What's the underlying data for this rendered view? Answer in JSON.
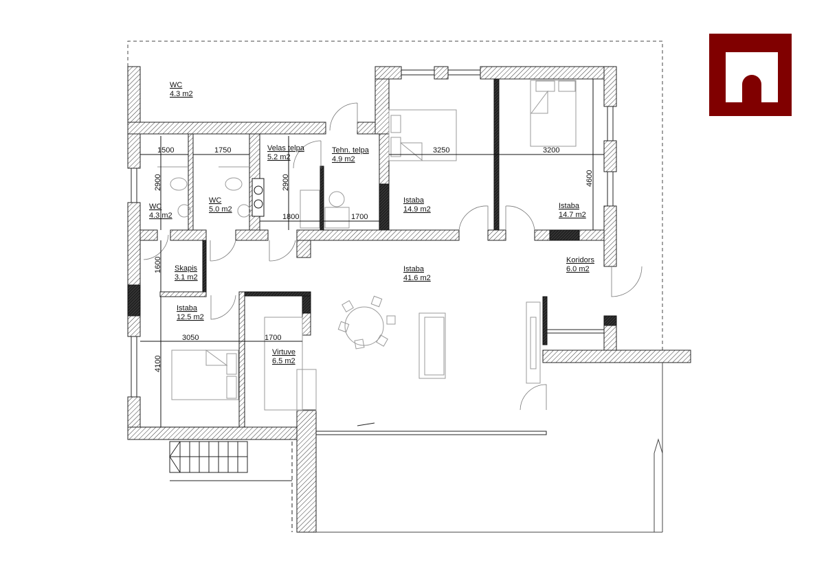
{
  "plan": {
    "rooms": [
      {
        "name": "WC",
        "area": "4.3 m2"
      },
      {
        "name": "WC",
        "area": "4.3 m2"
      },
      {
        "name": "WC",
        "area": "5.0 m2"
      },
      {
        "name": "Velas telpa",
        "area": "5.2 m2"
      },
      {
        "name": "Tehn. telpa",
        "area": "4.9 m2"
      },
      {
        "name": "Istaba",
        "area": "14.9 m2"
      },
      {
        "name": "Istaba",
        "area": "14.7 m2"
      },
      {
        "name": "Skapis",
        "area": "3.1 m2"
      },
      {
        "name": "Istaba",
        "area": "41.6 m2"
      },
      {
        "name": "Koridors",
        "area": "6.0 m2"
      },
      {
        "name": "Istaba",
        "area": "12.5 m2"
      },
      {
        "name": "Virtuve",
        "area": "6.5 m2"
      }
    ],
    "dimensions": [
      "1500",
      "1750",
      "2900",
      "2900",
      "1800",
      "1700",
      "3250",
      "3200",
      "4600",
      "1600",
      "3050",
      "1700",
      "4100"
    ]
  },
  "logo": {
    "color": "#800000",
    "icon": "arch-logo"
  }
}
